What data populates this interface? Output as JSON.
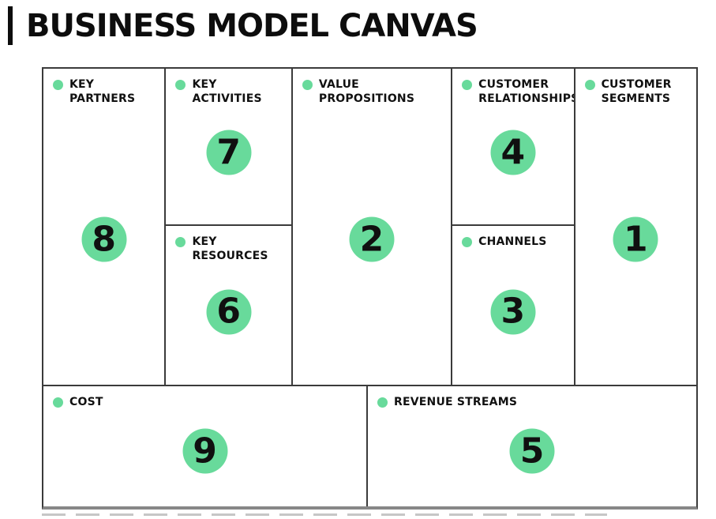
{
  "title": "BUSINESS MODEL CANVAS",
  "colors": {
    "accent_green": "#68da9b",
    "grid_line": "#3b3b3b",
    "bottom_border": "#878787",
    "number_text": "#101010",
    "title_text": "#0d0d0d"
  },
  "canvas": {
    "sections": {
      "key_partners": {
        "label": "KEY PARTNERS",
        "number": "8"
      },
      "key_activities": {
        "label": "KEY ACTIVITIES",
        "number": "7"
      },
      "key_resources": {
        "label": "KEY RESOURCES",
        "number": "6"
      },
      "value_propositions": {
        "label": "VALUE PROPOSITIONS",
        "number": "2"
      },
      "customer_relationships": {
        "label": "CUSTOMER RELATIONSHIPS",
        "number": "4"
      },
      "channels": {
        "label": "CHANNELS",
        "number": "3"
      },
      "customer_segments": {
        "label": "CUSTOMER SEGMENTS",
        "number": "1"
      },
      "cost": {
        "label": "COST",
        "number": "9"
      },
      "revenue_streams": {
        "label": "REVENUE STREAMS",
        "number": "5"
      }
    }
  }
}
